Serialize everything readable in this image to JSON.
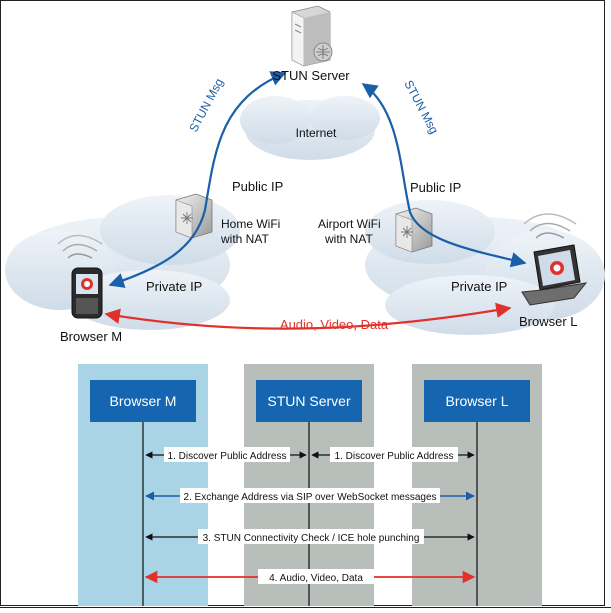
{
  "top": {
    "stun_server": "STUN Server",
    "internet": "Internet",
    "stun_msg_left": "STUN Msg",
    "stun_msg_right": "STUN Msg",
    "public_ip_left": "Public IP",
    "public_ip_right": "Public IP",
    "home_wifi": [
      "Home WiFi",
      "with NAT"
    ],
    "airport_wifi": [
      "Airport WiFi",
      "with NAT"
    ],
    "private_ip_left": "Private IP",
    "private_ip_right": "Private IP",
    "browser_m": "Browser M",
    "browser_l": "Browser L",
    "media_link": "Audio, Video, Data"
  },
  "sequence": {
    "lanes": [
      "Browser M",
      "STUN Server",
      "Browser L"
    ],
    "messages": [
      "1. Discover Public Address",
      "1. Discover Public Address",
      "2. Exchange Address via SIP over WebSocket messages",
      "3. STUN Connectivity Check / ICE hole punching",
      "4. Audio, Video, Data"
    ]
  },
  "colors": {
    "blue_arrow": "#1a5fa8",
    "red_arrow": "#e0312a",
    "lane_m": "#a9d4e6",
    "lane_server": "#b8bfbb",
    "lane_l": "#b8bfbb",
    "lane_header": "#1565b0",
    "cloud": "#dbe6ef"
  }
}
